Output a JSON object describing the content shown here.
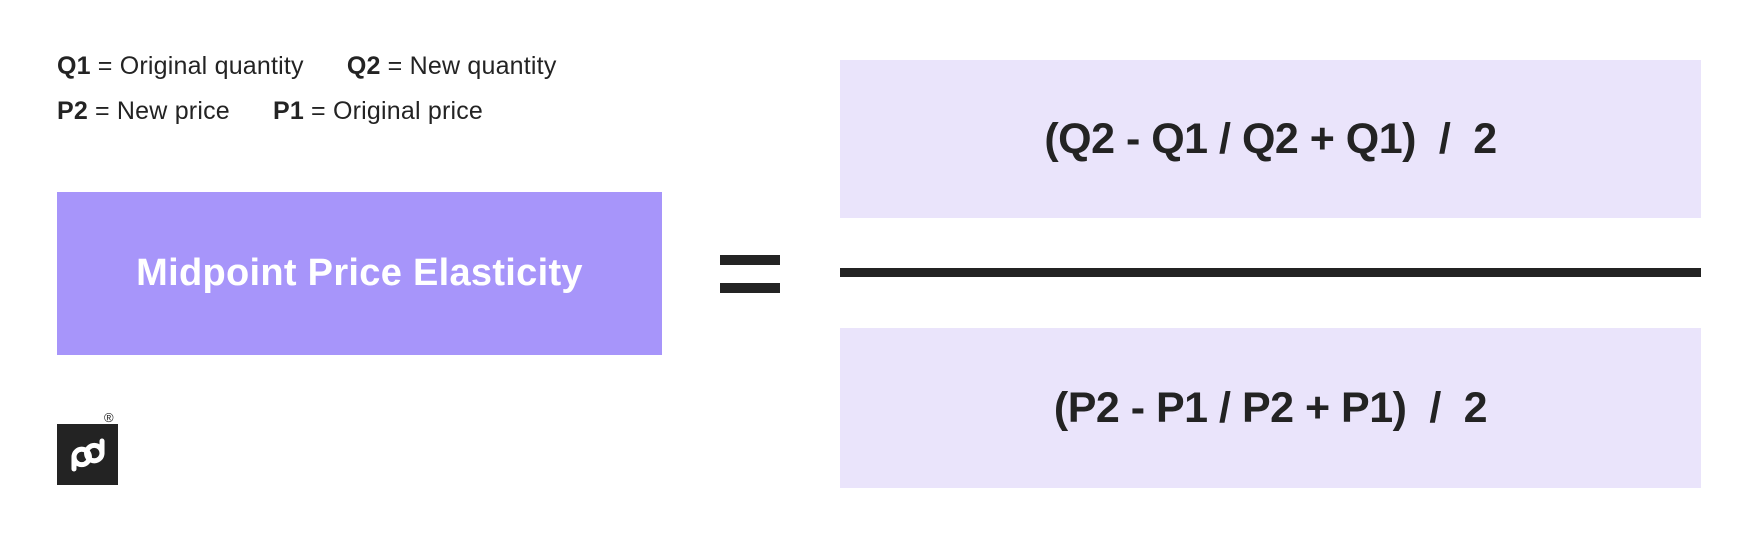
{
  "title": "Midpoint Price Elasticity",
  "colors": {
    "purple": "#a795fa",
    "lavender": "#eae4fb",
    "ink": "#232323"
  },
  "legend": {
    "rows": [
      [
        {
          "term": "Q1",
          "definition": "= Original quantity"
        },
        {
          "term": "Q2",
          "definition": "= New quantity"
        }
      ],
      [
        {
          "term": "P2",
          "definition": "= New price"
        },
        {
          "term": "P1",
          "definition": "= Original price"
        }
      ]
    ]
  },
  "equation": {
    "equals_sign": "=",
    "numerator": "(Q2 - Q1 / Q2 + Q1)  /  2",
    "denominator": "(P2 - P1 / P2 + P1)  /  2"
  },
  "logo": {
    "monogram": "pd",
    "registered": "®"
  }
}
